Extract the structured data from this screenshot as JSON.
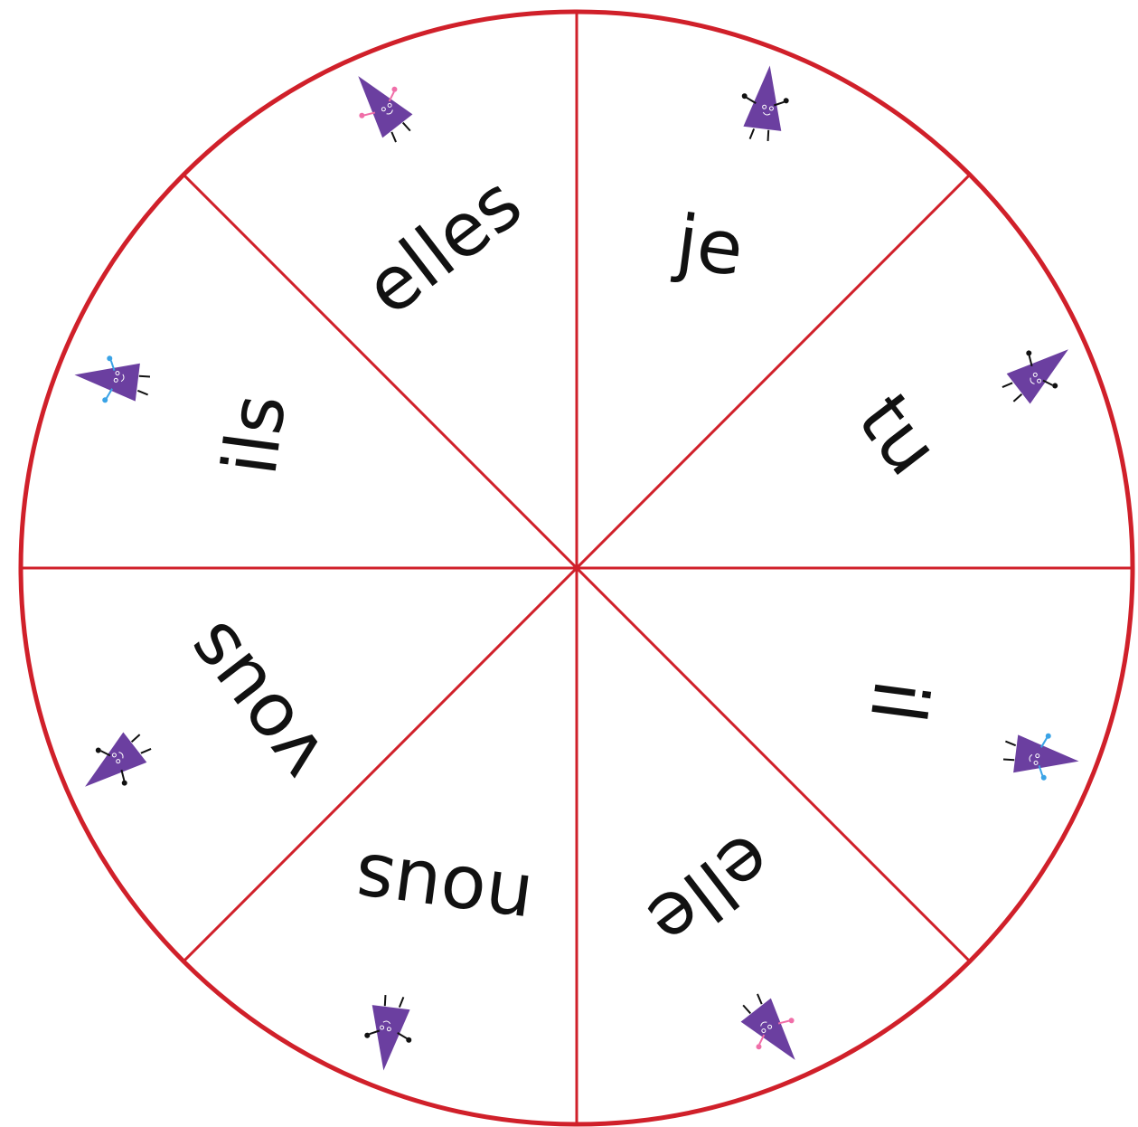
{
  "colors": {
    "wheel_stroke": "#d0202a",
    "creature_body": "#6b3fa0",
    "pink_accent": "#f06ea8",
    "blue_accent": "#3aa3e6",
    "background": "#ffffff"
  },
  "segments": [
    {
      "pronoun": "je",
      "creature": "creature-triangle-icon",
      "accent": "black"
    },
    {
      "pronoun": "tu",
      "creature": "creature-triangle-icon",
      "accent": "black"
    },
    {
      "pronoun": "il",
      "creature": "creature-triangle-icon",
      "accent": "blue"
    },
    {
      "pronoun": "elle",
      "creature": "creature-triangle-icon",
      "accent": "pink"
    },
    {
      "pronoun": "nous",
      "creature": "creature-triangle-icon",
      "accent": "black"
    },
    {
      "pronoun": "vous",
      "creature": "creature-triangle-icon",
      "accent": "black"
    },
    {
      "pronoun": "ils",
      "creature": "creature-triangle-icon",
      "accent": "blue"
    },
    {
      "pronoun": "elles",
      "creature": "creature-triangle-icon",
      "accent": "pink"
    }
  ]
}
